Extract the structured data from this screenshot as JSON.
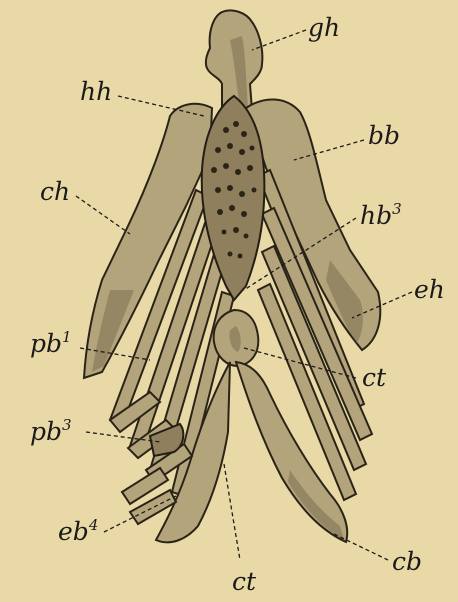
{
  "labels": {
    "gh": "gh",
    "hh": "hh",
    "bb": "bb",
    "ch": "ch",
    "hb3_base": "hb",
    "hb3_sup": "3",
    "eh": "eh",
    "pb1_base": "pb",
    "pb1_sup": "1",
    "ct_right": "ct",
    "pb3_base": "pb",
    "pb3_sup": "3",
    "eb4_base": "eb",
    "eb4_sup": "4",
    "ct_bottom": "ct",
    "cb": "cb"
  },
  "colors": {
    "background": "#e9d9a6",
    "bone": "#b4a47c",
    "bone_dark": "#8f7f5c",
    "ink": "#1c1c1c"
  }
}
